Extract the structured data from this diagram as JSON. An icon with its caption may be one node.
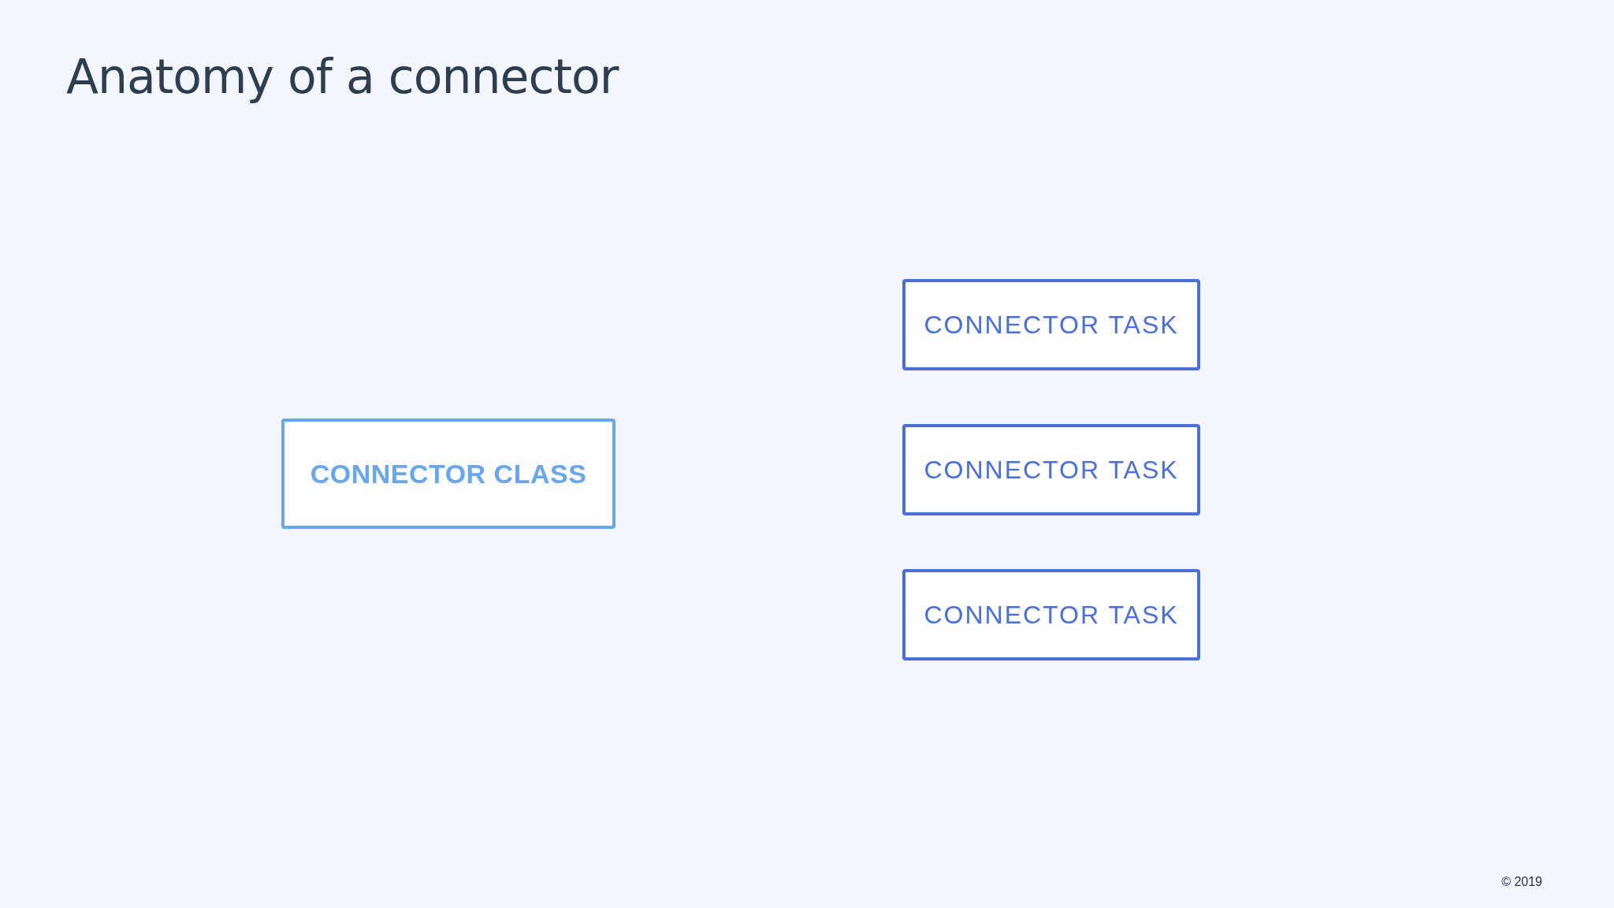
{
  "diagram": {
    "title": "Anatomy of a connector",
    "nodes": [
      {
        "text": [
          "CONNECTOR CLASS"
        ]
      },
      {
        "text": [
          "CONNECTOR TASK"
        ]
      },
      {
        "text": [
          "CONNECTOR TASK"
        ]
      },
      {
        "text": [
          "CONNECTOR TASK"
        ]
      }
    ],
    "labels": [
      "© 2019"
    ]
  }
}
